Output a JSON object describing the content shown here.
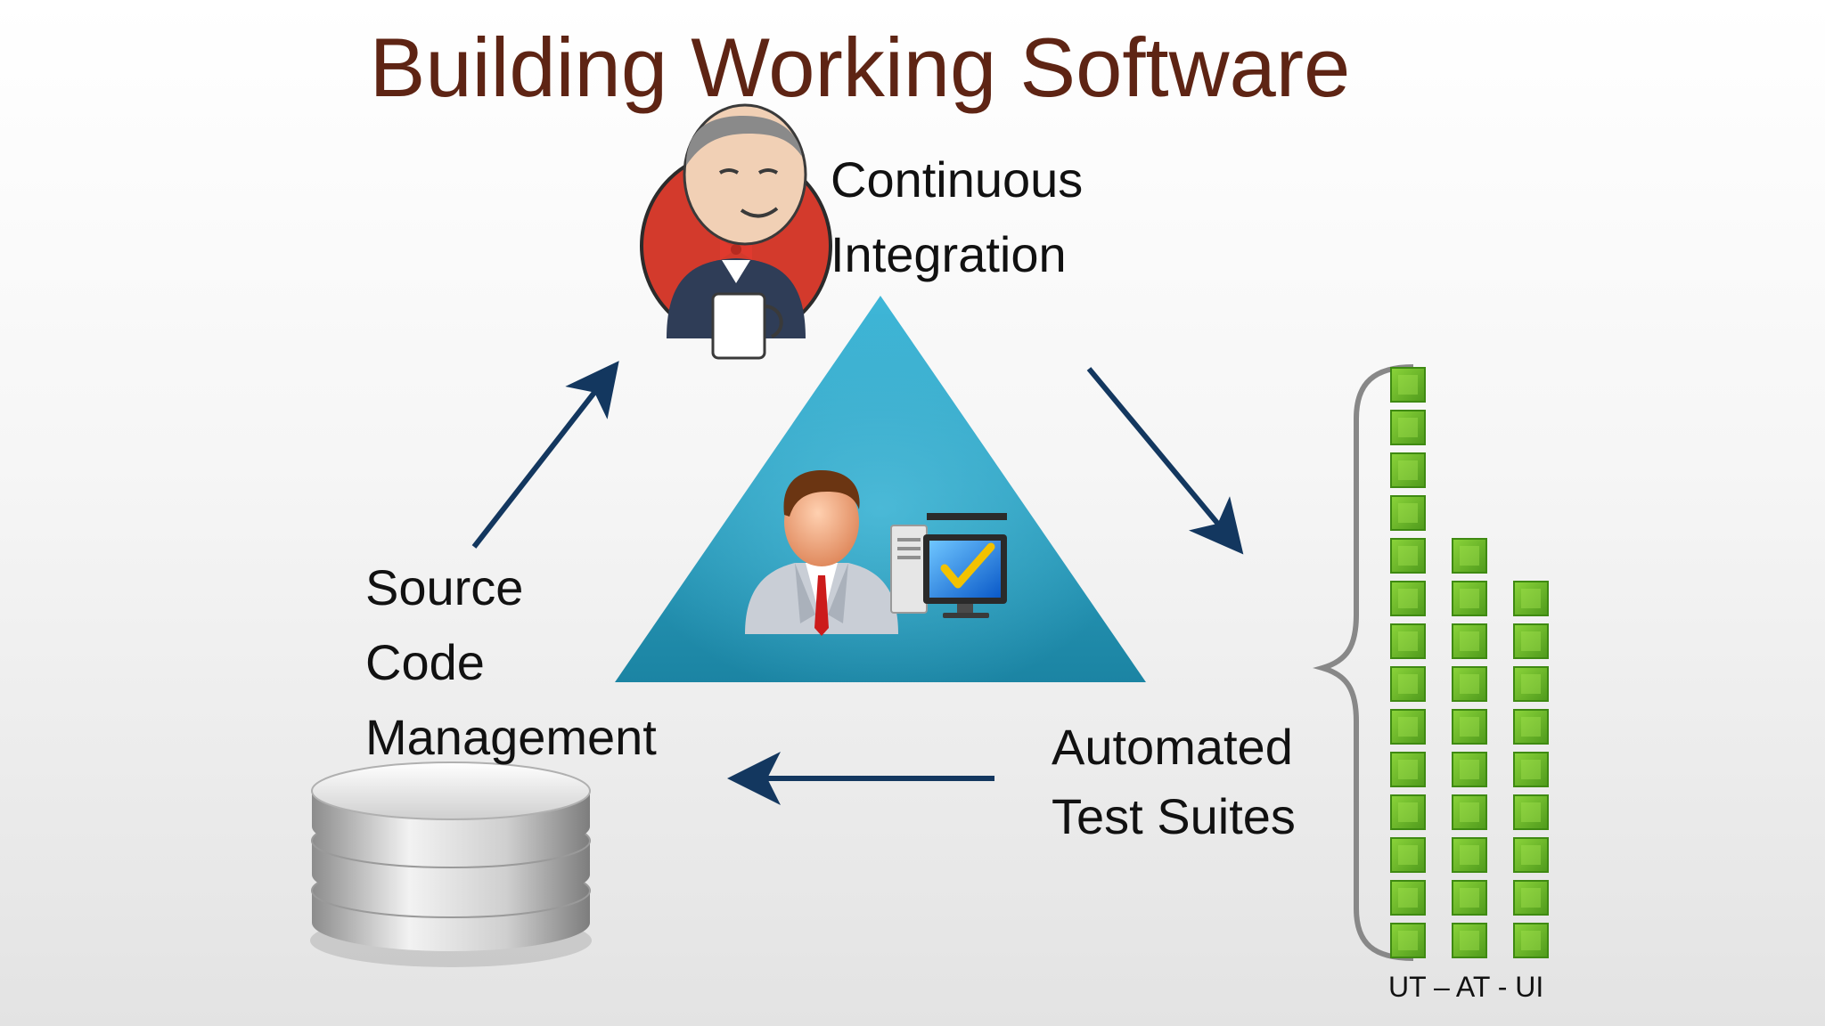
{
  "title": "Building Working Software",
  "labels": {
    "ci_line1": "Continuous",
    "ci_line2": "Integration",
    "scm_line1": "Source",
    "scm_line2": "Code",
    "scm_line3": "Management",
    "ats_line1": "Automated",
    "ats_line2": "Test Suites"
  },
  "test_columns": {
    "caption": "UT – AT - UI",
    "counts": [
      14,
      10,
      9
    ]
  },
  "icons": {
    "mascot": "butler-mascot-icon",
    "developer": "developer-person-icon",
    "computer": "computer-checkmark-icon",
    "database": "database-stack-icon"
  },
  "colors": {
    "title": "#5e2414",
    "triangle": "#2d9ec0",
    "arrow": "#13375f",
    "test_block": "#6cbc2a",
    "brace": "#888888"
  }
}
